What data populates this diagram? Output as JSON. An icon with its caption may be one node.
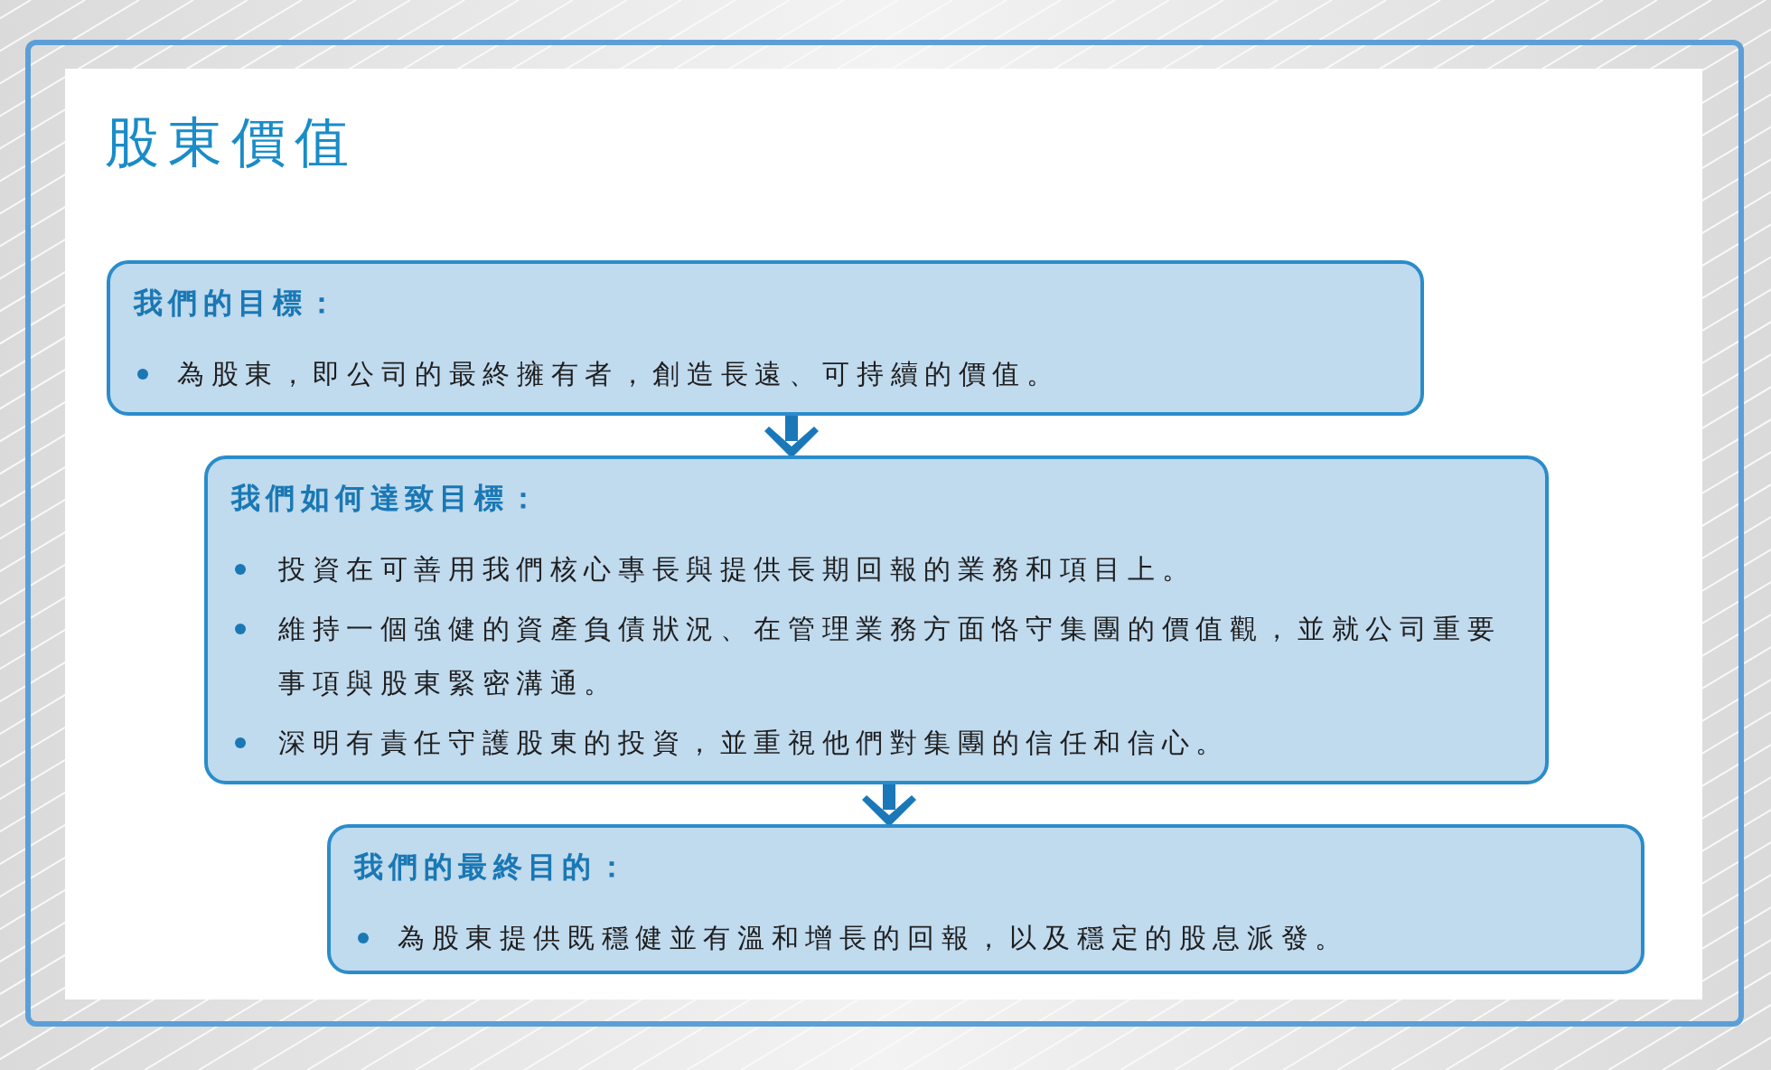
{
  "diagram": {
    "title": "股東價值",
    "nodes": [
      {
        "text": [
          "我們的目標：",
          "為股東，即公司的最終擁有者，創造長遠、可持續的價值。"
        ]
      },
      {
        "text": [
          "我們如何達致目標：",
          "投資在可善用我們核心專長與提供長期回報的業務和項目上。",
          "維持一個強健的資產負債狀況、在管理業務方面恪守集團的價值觀，並就公司重要事項與股東緊密溝通。",
          "深明有責任守護股東的投資，並重視他們對集團的信任和信心。"
        ]
      },
      {
        "text": [
          "我們的最終目的：",
          "為股東提供既穩健並有溫和增長的回報，以及穩定的股息派發。"
        ]
      }
    ],
    "edges": [
      {
        "from": 0,
        "to": 1,
        "arrow": "to"
      },
      {
        "from": 1,
        "to": 2,
        "arrow": "to"
      }
    ]
  }
}
